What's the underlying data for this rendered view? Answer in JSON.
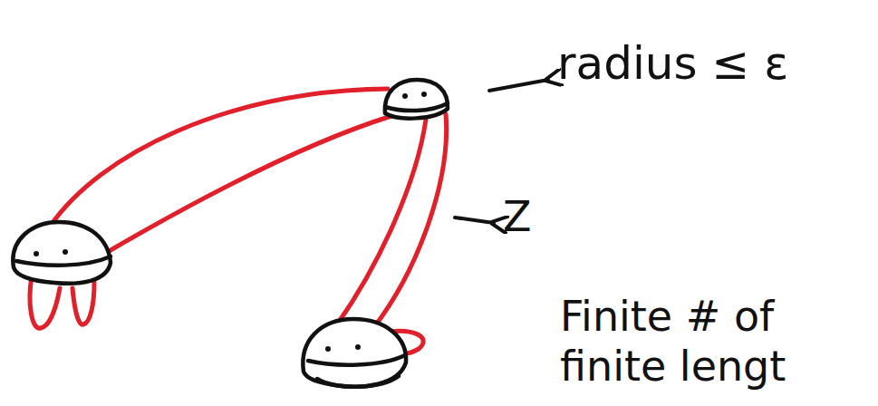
{
  "diagram": {
    "labels": [
      "radius ≤ ε",
      "Z",
      "Finite # of finite lengt"
    ]
  }
}
